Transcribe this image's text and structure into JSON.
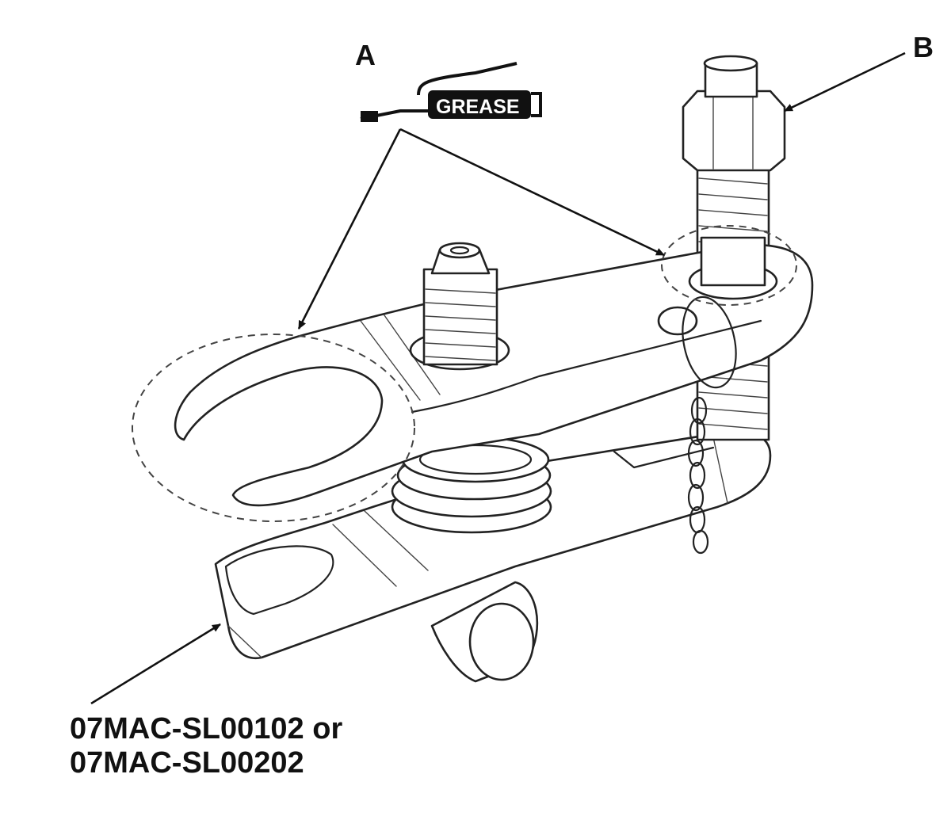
{
  "labels": {
    "callout_a": "A",
    "callout_b": "B",
    "grease": "GREASE",
    "part_number_line1": "07MAC-SL00102 or",
    "part_number_line2": "07MAC-SL00202"
  },
  "colors": {
    "line": "#222222",
    "background": "#ffffff",
    "grease_tube": "#111111"
  }
}
